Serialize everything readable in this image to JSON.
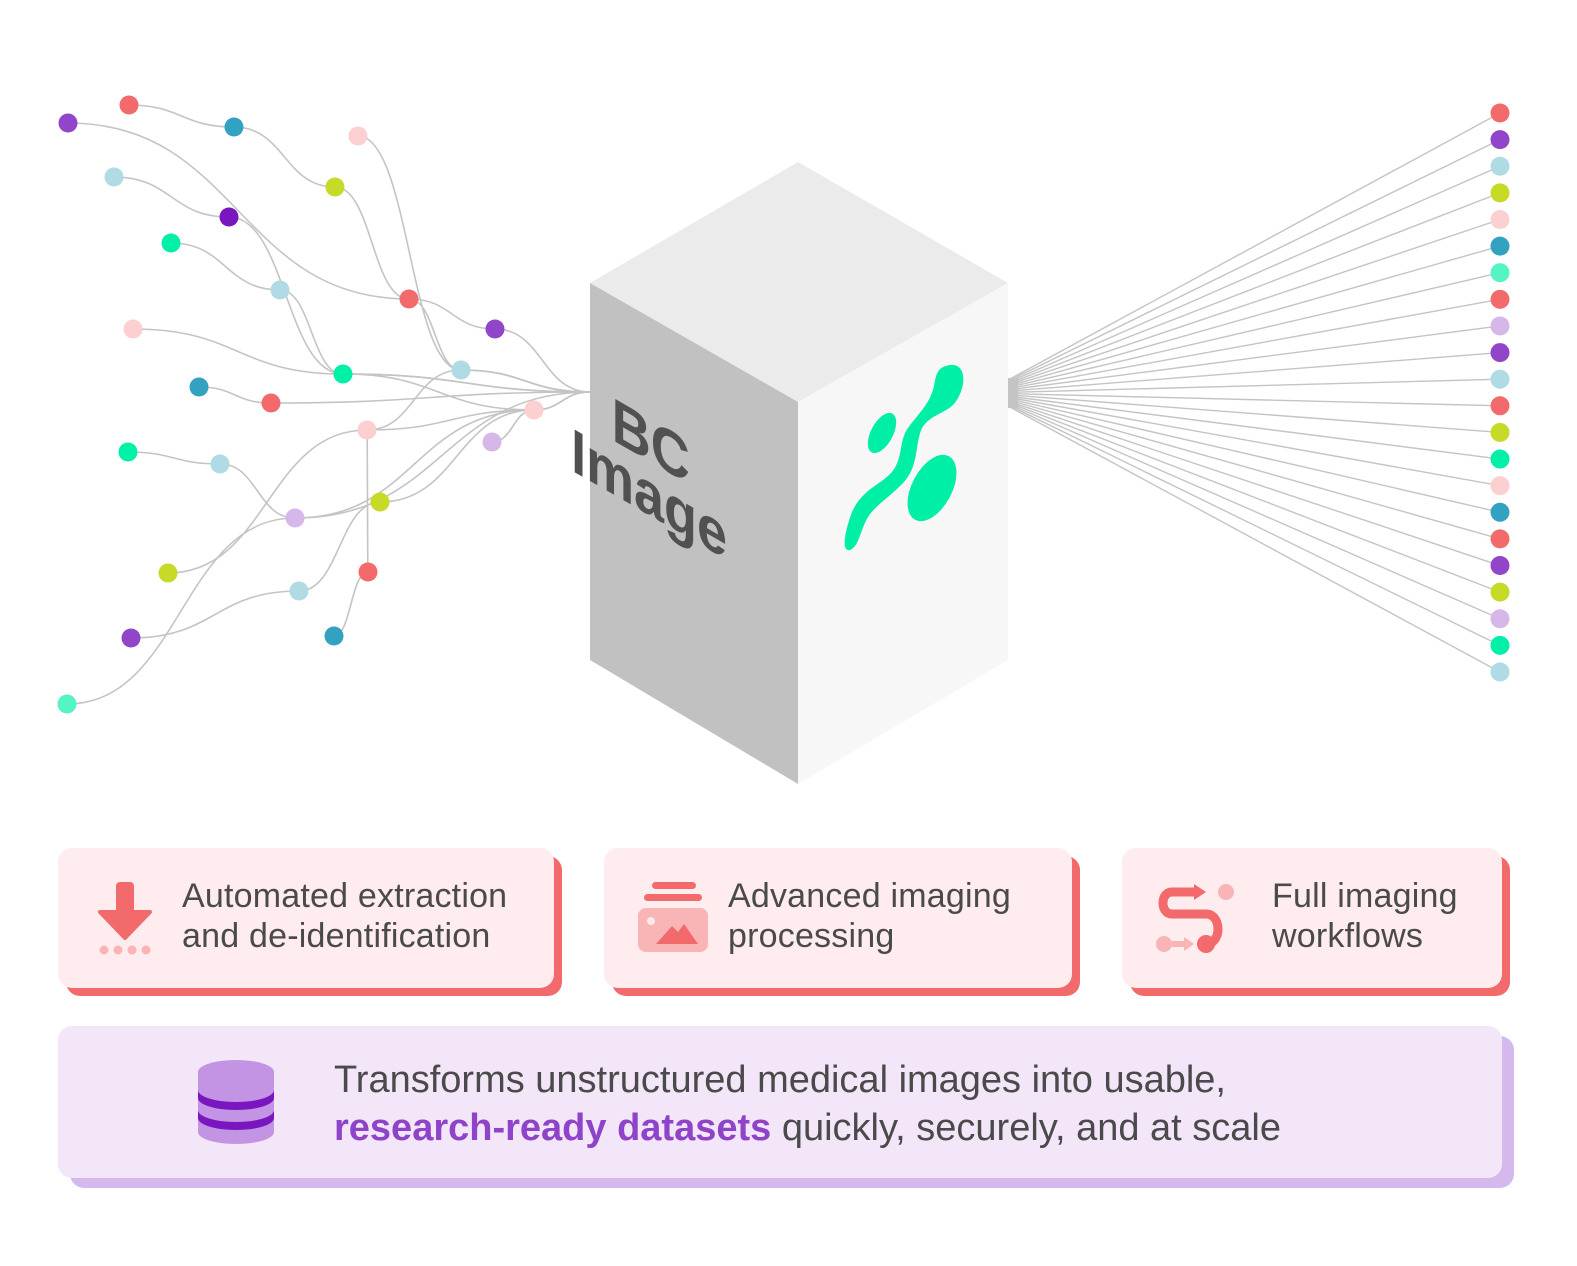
{
  "box": {
    "title_line1": "BC",
    "title_line2": "Image",
    "logo": "bc-platform-logo-icon",
    "colors": {
      "top": "#ebebeb",
      "left": "#c1c1c1",
      "right": "#f7f7f7",
      "text": "#515151",
      "logo": "#00efa7"
    }
  },
  "palette": {
    "red": "#f26a6b",
    "purple": "#9145c9",
    "lightblue": "#b0dbe5",
    "lime": "#c7da28",
    "pink": "#fccfd1",
    "teal": "#33a1c1",
    "mint": "#54f4c4",
    "green": "#00f0a8",
    "lavender": "#d6b7e9",
    "violet": "#7a16c0",
    "line": "#c4c4c4"
  },
  "input_nodes": [
    {
      "color": "purple"
    },
    {
      "color": "red"
    },
    {
      "color": "teal"
    },
    {
      "color": "pink"
    },
    {
      "color": "lightblue"
    },
    {
      "color": "lime"
    },
    {
      "color": "violet"
    },
    {
      "color": "green"
    },
    {
      "color": "lightblue"
    },
    {
      "color": "red"
    },
    {
      "color": "purple"
    },
    {
      "color": "pink"
    },
    {
      "color": "green"
    },
    {
      "color": "lightblue"
    },
    {
      "color": "teal"
    },
    {
      "color": "red"
    },
    {
      "color": "pink"
    },
    {
      "color": "pink"
    },
    {
      "color": "lavender"
    },
    {
      "color": "green"
    },
    {
      "color": "lightblue"
    },
    {
      "color": "lime"
    },
    {
      "color": "lavender"
    },
    {
      "color": "lime"
    },
    {
      "color": "red"
    },
    {
      "color": "lightblue"
    },
    {
      "color": "purple"
    },
    {
      "color": "teal"
    },
    {
      "color": "mint"
    }
  ],
  "output_nodes": [
    "red",
    "purple",
    "lightblue",
    "lime",
    "pink",
    "teal",
    "mint",
    "red",
    "lavender",
    "purple",
    "lightblue",
    "red",
    "lime",
    "green",
    "pink",
    "teal",
    "red",
    "purple",
    "lime",
    "lavender",
    "green",
    "lightblue"
  ],
  "features": [
    {
      "label_line1": "Automated extraction",
      "label_line2": "and de-identification",
      "icon": "download-arrow-icon"
    },
    {
      "label_line1": "Advanced imaging",
      "label_line2": "processing",
      "icon": "image-stack-icon"
    },
    {
      "label_line1": "Full imaging",
      "label_line2": "workflows",
      "icon": "workflow-path-icon"
    }
  ],
  "summary": {
    "icon": "database-icon",
    "line1": "Transforms unstructured medical images into usable,",
    "highlight": "research-ready datasets",
    "line2_rest": " quickly, securely, and at scale"
  }
}
